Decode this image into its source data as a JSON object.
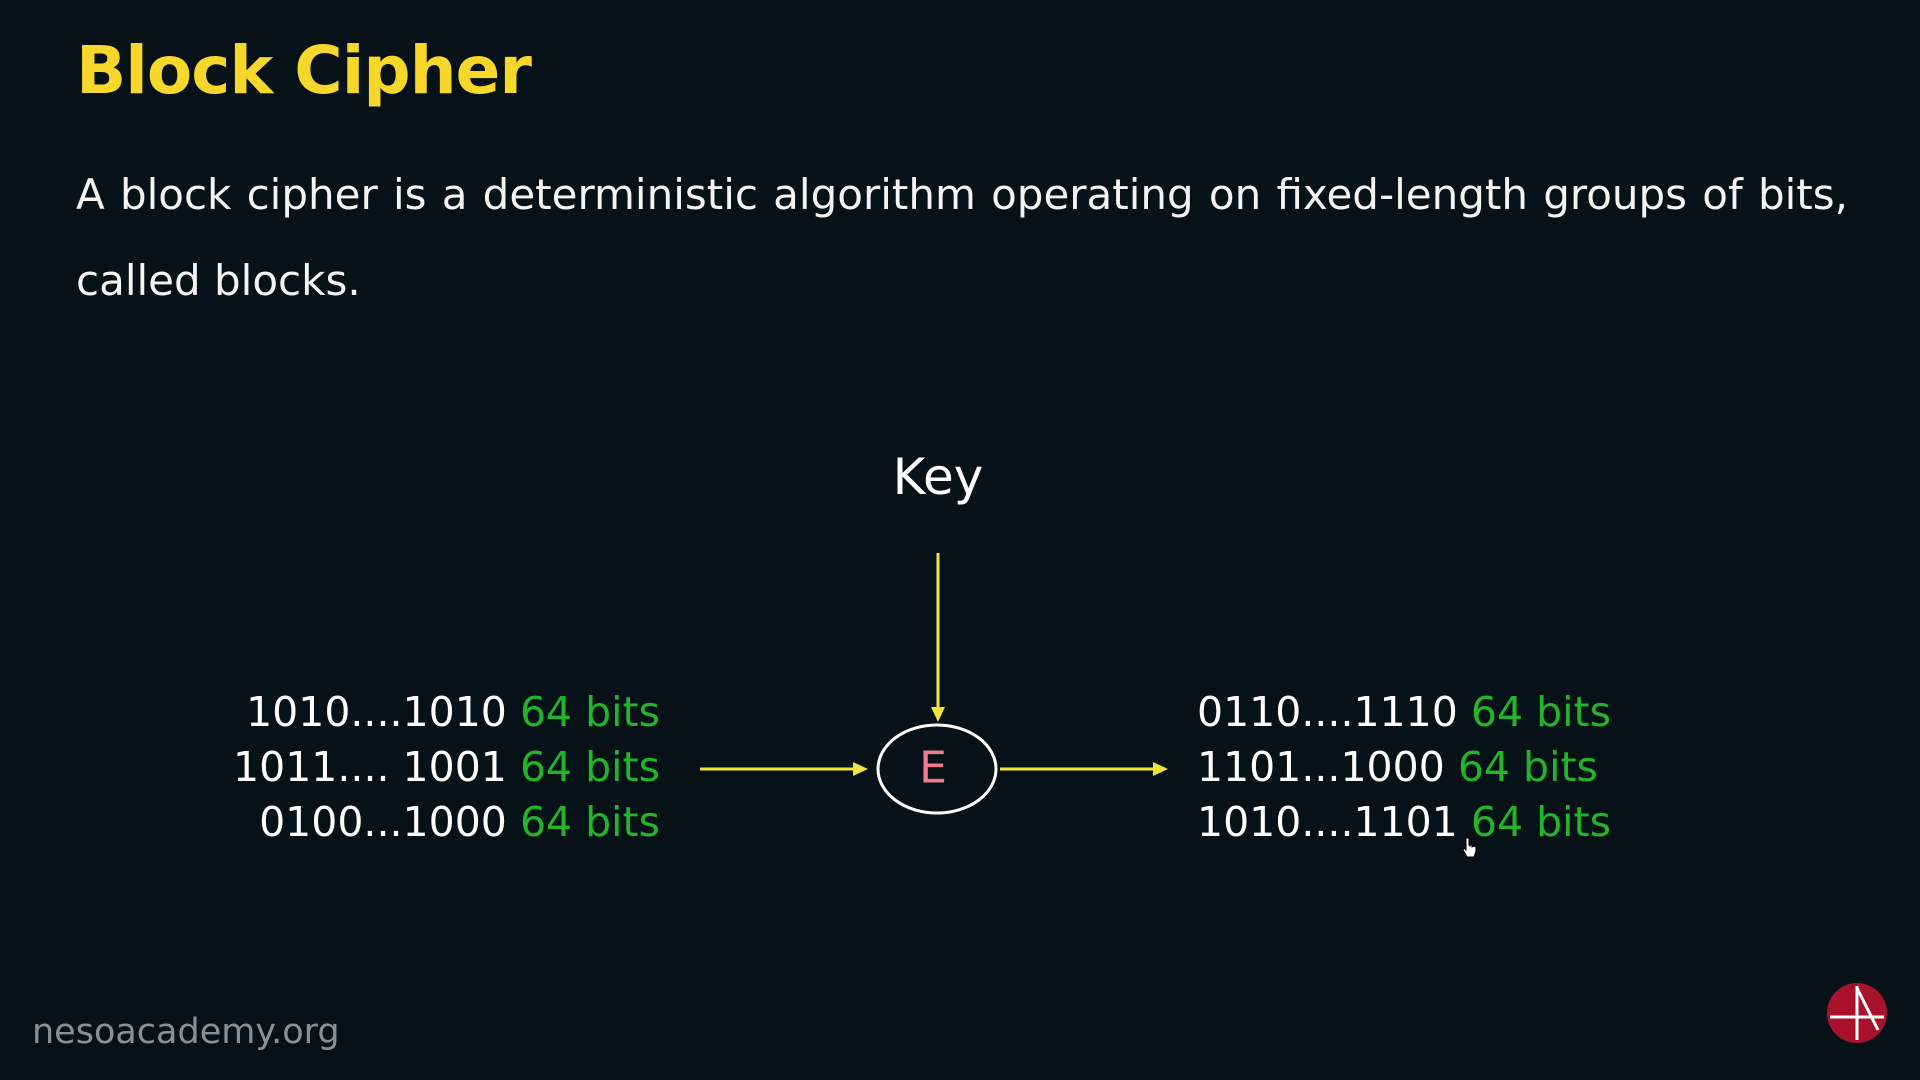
{
  "slide": {
    "title": "Block Cipher",
    "definition": "A block cipher is a deterministic algorithm operating on fixed-length groups of bits, called blocks."
  },
  "diagram": {
    "key_label": "Key",
    "encryption_label": "E",
    "input_blocks": [
      {
        "value": "1010....1010",
        "size": "64 bits"
      },
      {
        "value": "1011.... 1001",
        "size": "64 bits"
      },
      {
        "value": "0100...1000",
        "size": "64 bits"
      }
    ],
    "output_blocks": [
      {
        "value": "0110....1110",
        "size": "64 bits"
      },
      {
        "value": "1101...1000",
        "size": "64 bits"
      },
      {
        "value": "1010....1101",
        "size": "64 bits"
      }
    ]
  },
  "footer": {
    "watermark": "nesoacademy.org",
    "logo_icon": "neso-logo-icon"
  },
  "colors": {
    "background": "#061218",
    "title": "#f7d72a",
    "arrow": "#f0e43a",
    "bits_size": "#22b52a",
    "encryption_label": "#f07a8e"
  }
}
